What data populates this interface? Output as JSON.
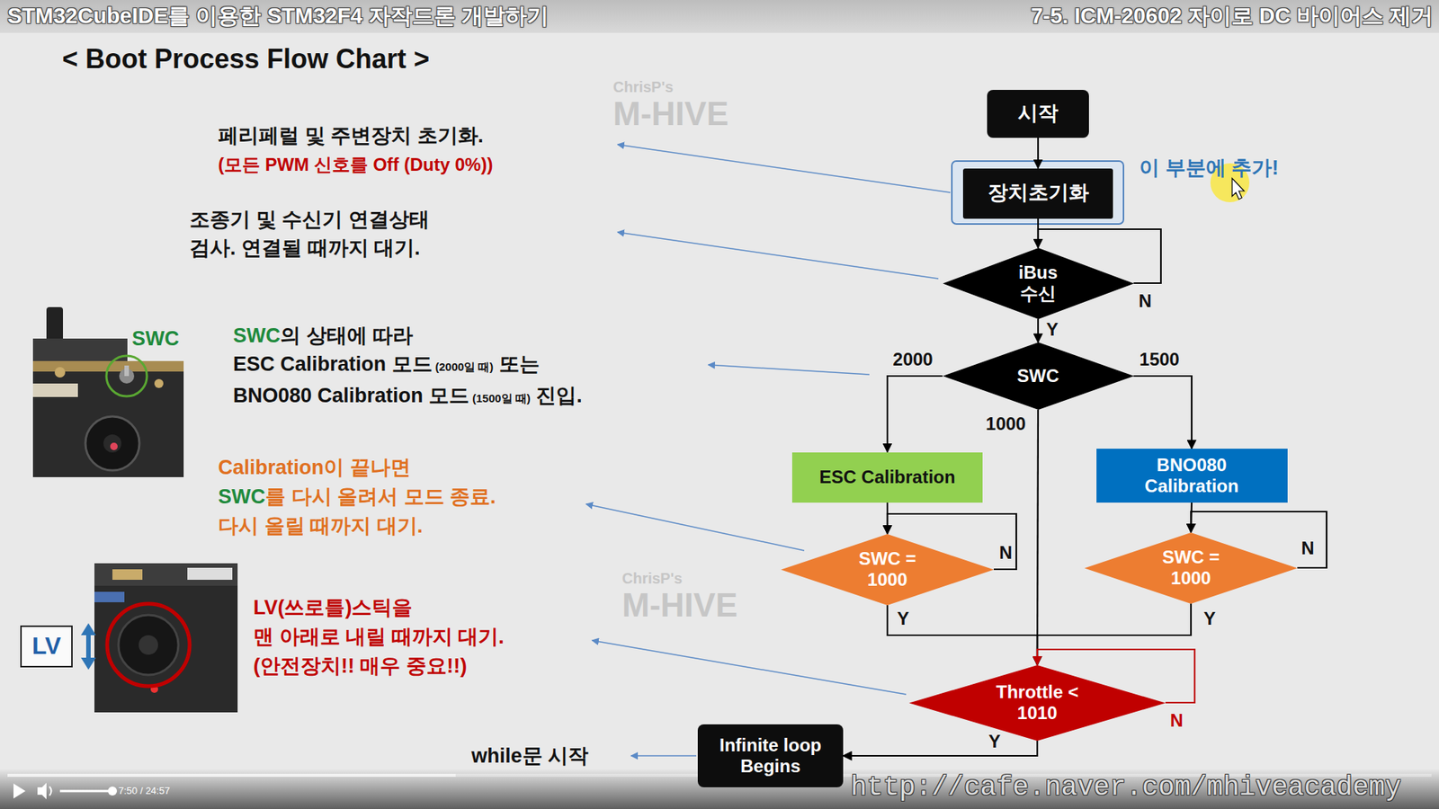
{
  "diagram": {
    "title": "< Boot Process Flow Chart >",
    "nodes": [
      {
        "text": [
          "시작"
        ]
      },
      {
        "text": [
          "장치초기화"
        ]
      },
      {
        "text": [
          "iBus 수신"
        ]
      },
      {
        "text": [
          "SWC"
        ]
      },
      {
        "text": [
          "ESC Calibration"
        ]
      },
      {
        "text": [
          "BNO080 Calibration"
        ]
      },
      {
        "text": [
          "SWC = 1000"
        ]
      },
      {
        "text": [
          "SWC = 1000"
        ]
      },
      {
        "text": [
          "Throttle < 1010"
        ]
      },
      {
        "text": [
          "Infinite loop Begins"
        ]
      },
      {
        "text": [
          "LV"
        ]
      }
    ],
    "edges": [
      {
        "from": 0,
        "to": 1,
        "arrow": "to"
      },
      {
        "from": 1,
        "to": 2,
        "arrow": "to"
      },
      {
        "from": 2,
        "to": 2,
        "label": "N",
        "arrow": "to"
      },
      {
        "from": 2,
        "to": 3,
        "label": "Y",
        "arrow": "to"
      },
      {
        "from": 3,
        "to": 4,
        "label": "2000",
        "arrow": "to"
      },
      {
        "from": 3,
        "to": 5,
        "label": "1500",
        "arrow": "to"
      },
      {
        "from": 3,
        "to": 8,
        "label": "1000",
        "arrow": "to"
      },
      {
        "from": 4,
        "to": 6,
        "arrow": "to"
      },
      {
        "from": 6,
        "to": 6,
        "label": "N",
        "arrow": "to"
      },
      {
        "from": 6,
        "to": 8,
        "label": "Y",
        "arrow": "to"
      },
      {
        "from": 5,
        "to": 7,
        "arrow": "to"
      },
      {
        "from": 7,
        "to": 7,
        "label": "N",
        "arrow": "to"
      },
      {
        "from": 7,
        "to": 8,
        "label": "Y",
        "arrow": "to"
      },
      {
        "from": 8,
        "to": 8,
        "label": "N",
        "arrow": "to"
      },
      {
        "from": 8,
        "to": 9,
        "label": "Y",
        "arrow": "to"
      }
    ],
    "labels": [
      "STM32CubeIDE를 이용한 STM32F4 자작드론 개발하기",
      "7-5. ICM-20602 자이로 DC 바이어스 제거",
      "ChrisP's",
      "M-HIVE",
      "ChrisP's",
      "M-HIVE",
      "페리페럴 및 주변장치 초기화.",
      "(모든 PWM 신호를 Off (Duty 0%))",
      "이 부분에 추가!",
      "조종기 및 수신기 연결상태 검사. 연결될 때까지 대기.",
      "SWC",
      "SWC",
      "의 상태에 따라",
      "ESC Calibration 모드",
      "(2000일 때)",
      "또는",
      "BNO080 Calibration 모드",
      "(1500일 때)",
      "진입.",
      "Calibration이 끝나면",
      "SWC",
      "를 다시 올려서 모드 종료.",
      "다시 올릴 때까지 대기.",
      "LV(쓰로틀)스틱을 맨 아래로 내릴 때까지 대기.",
      "(안전장치!! 매우 중요!!)",
      "while문 시작",
      "7:50 / 24:57",
      "http://cafe.naver.com/mhiveacademy"
    ]
  }
}
